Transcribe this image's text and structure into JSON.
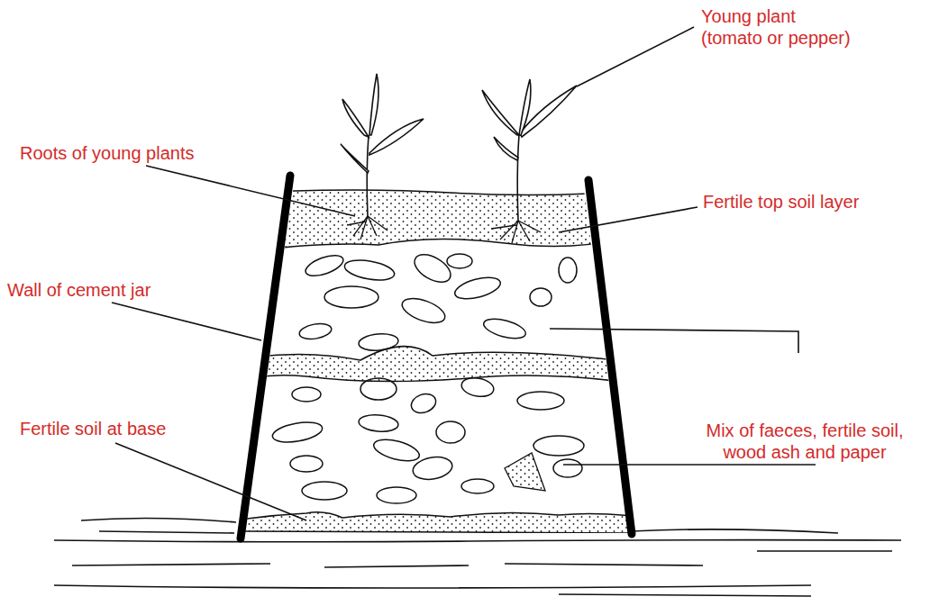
{
  "diagram": {
    "labels": [
      "Young plant (tomato or pepper)",
      "Roots of young plants",
      "Fertile top soil layer",
      "Wall of cement jar",
      "Mix of faeces, fertile soil, wood ash and paper",
      "Fertile soil at base"
    ]
  }
}
